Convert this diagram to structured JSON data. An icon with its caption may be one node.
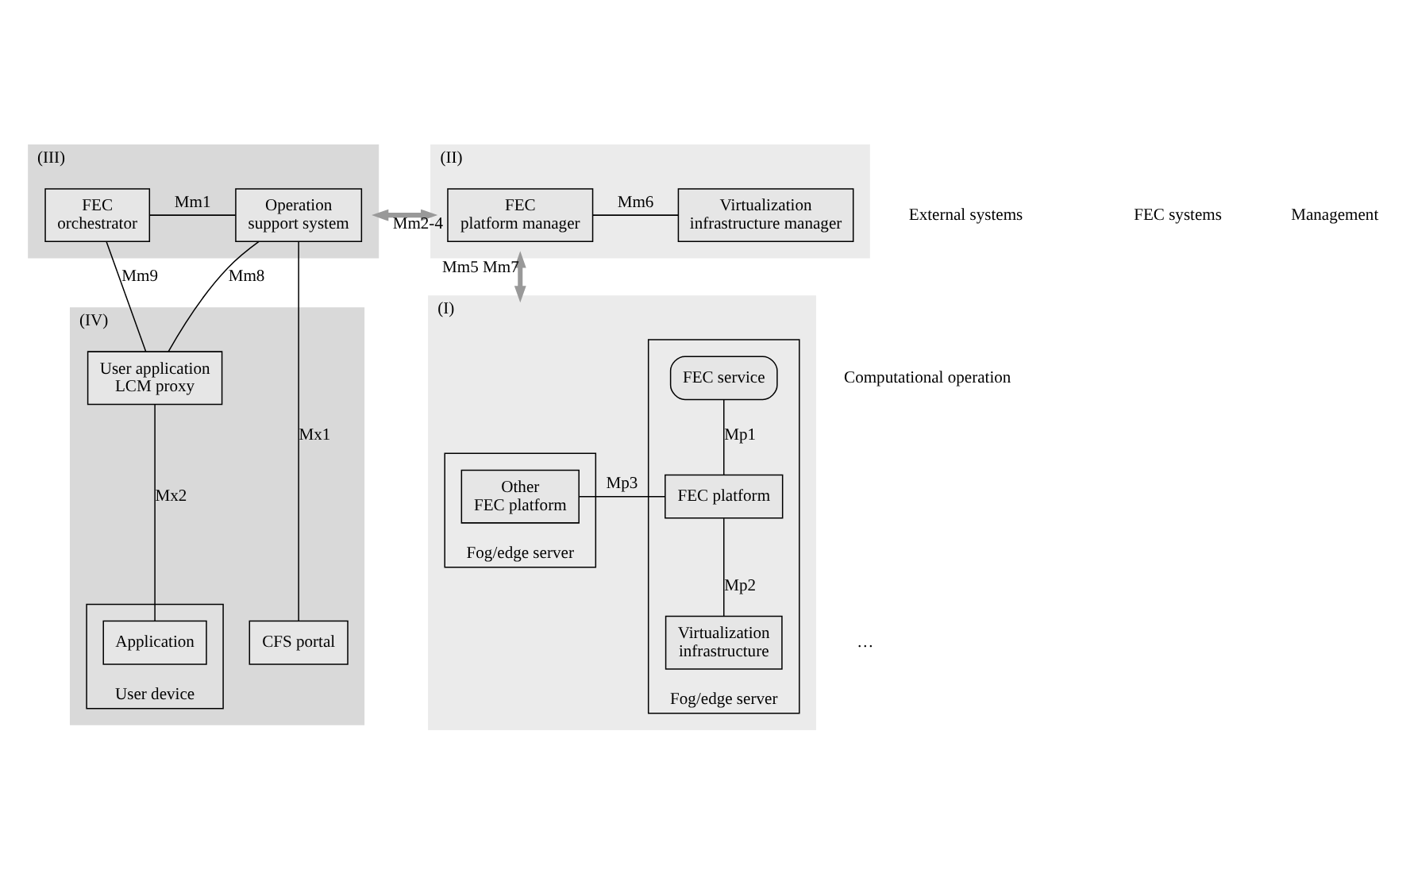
{
  "diagram": {
    "nodes": [
      {
        "text": [
          "(III)"
        ]
      },
      {
        "text": [
          "Operation support system"
        ],
        "in": 0
      },
      {
        "text": [
          "FEC orchestrator"
        ],
        "in": 0
      },
      {
        "text": [
          "(II)"
        ]
      },
      {
        "text": [
          "FEC platform manager"
        ],
        "in": 3
      },
      {
        "text": [
          "Virtualization infrastructure manager"
        ],
        "in": 3
      },
      {
        "text": [
          "(IV)"
        ]
      },
      {
        "text": [
          "User application LCM proxy"
        ],
        "in": 6
      },
      {
        "text": [
          "CFS portal"
        ],
        "in": 6
      },
      {
        "text": [
          "User device"
        ],
        "in": 6
      },
      {
        "text": [
          "Application"
        ],
        "in": 9
      },
      {
        "text": [
          "(I)"
        ]
      },
      {
        "text": [
          "Fog/edge server"
        ],
        "in": 11
      },
      {
        "text": [
          "Other FEC platform"
        ],
        "in": 12
      },
      {
        "text": [
          "Fog/edge server"
        ],
        "in": 11
      },
      {
        "text": [
          "FEC service"
        ],
        "in": 14
      },
      {
        "text": [
          "FEC platform"
        ],
        "in": 14
      },
      {
        "text": [
          "Virtualization infrastructure"
        ],
        "in": 14
      }
    ],
    "edges": [
      {
        "from": 1,
        "to": 2,
        "arrow": "none",
        "label": "Mm1"
      },
      {
        "from": 0,
        "to": 3,
        "arrow": "both",
        "label": "Mm2-4",
        "style": "thick",
        "color": "#999999"
      },
      {
        "from": 4,
        "to": 5,
        "arrow": "none",
        "label": "Mm6"
      },
      {
        "from": 3,
        "to": 11,
        "arrow": "both",
        "label": "Mm5 Mm7",
        "style": "thick",
        "color": "#999999"
      },
      {
        "from": 1,
        "to": 7,
        "arrow": "none",
        "label": "Mm8"
      },
      {
        "from": 2,
        "to": 7,
        "arrow": "none",
        "label": "Mm9"
      },
      {
        "from": 1,
        "to": 8,
        "arrow": "none",
        "label": "Mx1"
      },
      {
        "from": 7,
        "to": 10,
        "arrow": "none",
        "label": "Mx2"
      },
      {
        "from": 15,
        "to": 16,
        "arrow": "none",
        "label": "Mp1"
      },
      {
        "from": 16,
        "to": 17,
        "arrow": "none",
        "label": "Mp2"
      },
      {
        "from": 13,
        "to": 16,
        "arrow": "none",
        "label": "Mp3"
      }
    ],
    "labels": [
      "External systems",
      "FEC systems",
      "Management",
      "Computational operation",
      "…"
    ]
  }
}
